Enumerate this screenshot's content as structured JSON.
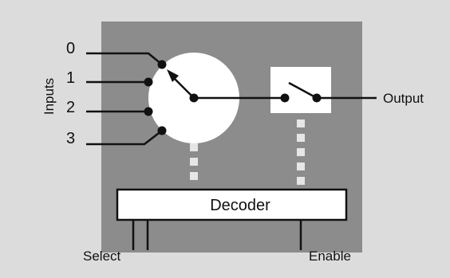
{
  "inputs": {
    "group_label": "Inputs",
    "labels": [
      "0",
      "1",
      "2",
      "3"
    ]
  },
  "decoder": {
    "label": "Decoder"
  },
  "output": {
    "label": "Output"
  },
  "select": {
    "label": "Select"
  },
  "enable": {
    "label": "Enable"
  },
  "colors": {
    "page_background": "#dcdcdc",
    "enclosure": "#8c8c8c",
    "components": "#ffffff",
    "wires": "#111111",
    "control_links": "#e6e6e6"
  }
}
